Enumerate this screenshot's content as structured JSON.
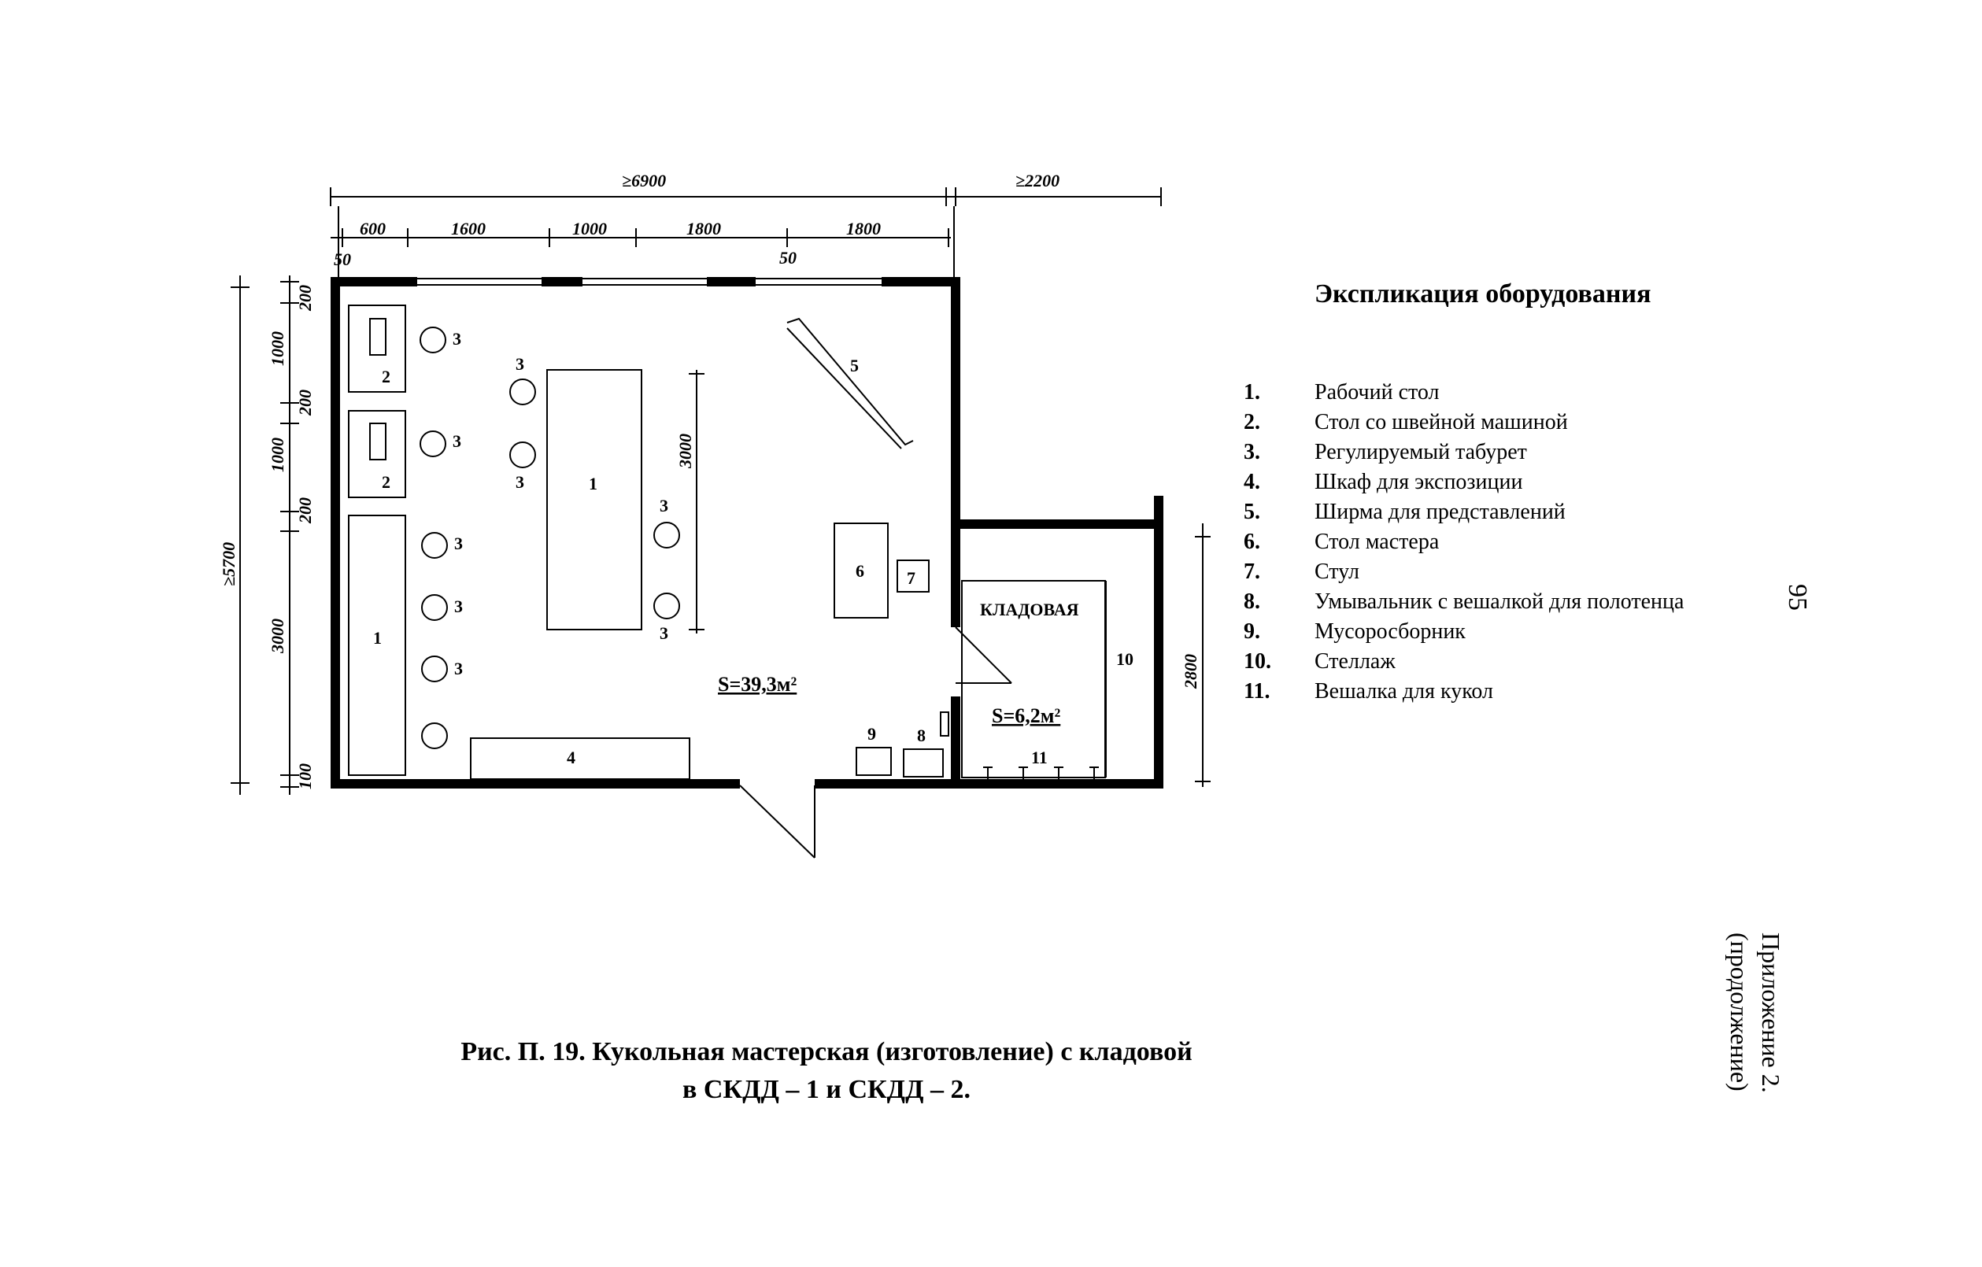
{
  "legend": {
    "title": "Экспликация оборудования",
    "items": [
      {
        "num": "1.",
        "label": "Рабочий стол"
      },
      {
        "num": "2.",
        "label": "Стол со швейной машиной"
      },
      {
        "num": "3.",
        "label": "Регулируемый табурет"
      },
      {
        "num": "4.",
        "label": "Шкаф для экспозиции"
      },
      {
        "num": "5.",
        "label": "Ширма для представлений"
      },
      {
        "num": "6.",
        "label": "Стол мастера"
      },
      {
        "num": "7.",
        "label": "Стул"
      },
      {
        "num": "8.",
        "label": "Умывальник с вешалкой для полотенца"
      },
      {
        "num": "9.",
        "label": "Мусоросборник"
      },
      {
        "num": "10.",
        "label": "Стеллаж"
      },
      {
        "num": "11.",
        "label": "Вешалка для кукол"
      }
    ]
  },
  "plan": {
    "dims_top": {
      "overall_main": "≥6900",
      "overall_store": "≥2200",
      "d600": "600",
      "d1600": "1600",
      "d1000": "1000",
      "d1800a": "1800",
      "d1800b": "1800",
      "d50a": "50",
      "d50b": "50"
    },
    "dims_left": {
      "overall": "≥5700",
      "d200a": "200",
      "d1000a": "1000",
      "d200b": "200",
      "d1000b": "1000",
      "d200c": "200",
      "d3000": "3000",
      "d100": "100"
    },
    "dim_table": "3000",
    "dim_store": "2800",
    "area_main": "S=39,3м²",
    "area_store": "S=6,2м²",
    "store_label": "КЛАДОВАЯ",
    "labels": {
      "n1": "1",
      "n2": "2",
      "n3": "3",
      "n4": "4",
      "n5": "5",
      "n6": "6",
      "n7": "7",
      "n8": "8",
      "n9": "9",
      "n10": "10",
      "n11": "11"
    }
  },
  "caption": {
    "line1": "Рис.  П. 19.  Кукольная мастерская (изготовление) с кладовой",
    "line2": "в СКДД – 1 и СКДД – 2."
  },
  "page_number": "95",
  "appendix": {
    "line1": "Приложение 2.",
    "line2": "(продолжение)"
  }
}
